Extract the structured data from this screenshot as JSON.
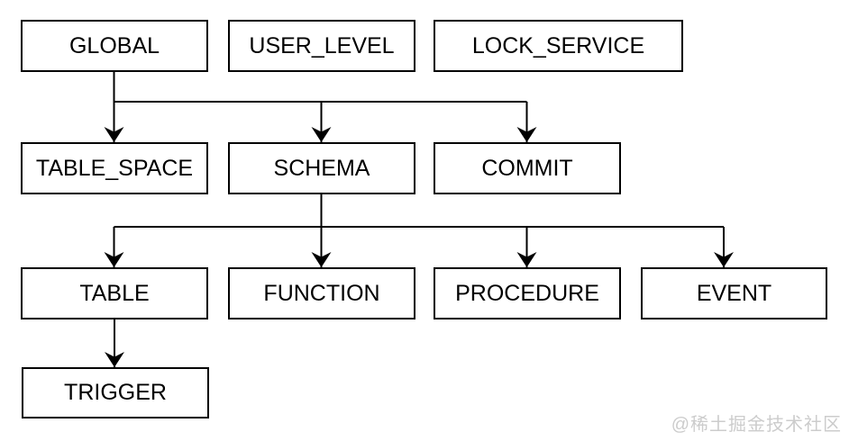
{
  "diagram": {
    "nodes": [
      {
        "id": "global",
        "label": "GLOBAL"
      },
      {
        "id": "user_level",
        "label": "USER_LEVEL"
      },
      {
        "id": "lock_service",
        "label": "LOCK_SERVICE"
      },
      {
        "id": "table_space",
        "label": "TABLE_SPACE"
      },
      {
        "id": "schema",
        "label": "SCHEMA"
      },
      {
        "id": "commit",
        "label": "COMMIT"
      },
      {
        "id": "table",
        "label": "TABLE"
      },
      {
        "id": "function",
        "label": "FUNCTION"
      },
      {
        "id": "procedure",
        "label": "PROCEDURE"
      },
      {
        "id": "event",
        "label": "EVENT"
      },
      {
        "id": "trigger",
        "label": "TRIGGER"
      }
    ],
    "edges": [
      {
        "from": "GLOBAL",
        "to": "TABLE_SPACE"
      },
      {
        "from": "GLOBAL",
        "to": "SCHEMA"
      },
      {
        "from": "GLOBAL",
        "to": "COMMIT"
      },
      {
        "from": "SCHEMA",
        "to": "TABLE"
      },
      {
        "from": "SCHEMA",
        "to": "FUNCTION"
      },
      {
        "from": "SCHEMA",
        "to": "PROCEDURE"
      },
      {
        "from": "SCHEMA",
        "to": "EVENT"
      },
      {
        "from": "TABLE",
        "to": "TRIGGER"
      }
    ],
    "colors": {
      "background": "#ffffff",
      "node_fill": "#ffffff",
      "stroke": "#000000",
      "text": "#000000",
      "watermark": "#cccccc"
    }
  },
  "watermark": {
    "text": "@稀土掘金技术社区"
  }
}
